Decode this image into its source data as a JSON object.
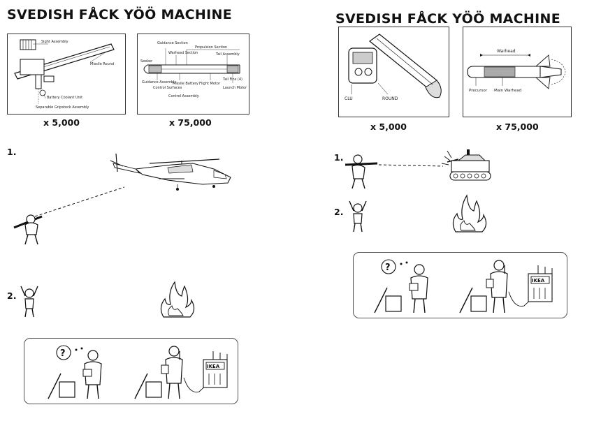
{
  "left": {
    "title": "SVEDISH FÅCK YÖÖ MACHINE",
    "panel1": {
      "labels": {
        "sight": "Sight Assembly",
        "missile": "Missile Round",
        "battery": "Battery Coolant Unit",
        "grip": "Separable Gripstock Assembly"
      },
      "qty": "x 5,000"
    },
    "panel2": {
      "labels": {
        "guidance": "Guidance Section",
        "warhead": "Warhead Section",
        "propulsion": "Propulsion Section",
        "tail": "Tail Assembly",
        "seeker": "Seeker",
        "guidance_asm": "Guidance Assembly",
        "control": "Control Surfaces",
        "battery": "Missile Battery",
        "flight": "Flight Motor",
        "tailfins": "Tail Fins (4)",
        "launch": "Launch Motor",
        "ctl_asm": "Control Assembly"
      },
      "qty": "x 75,000"
    },
    "step1": "1.",
    "step2": "2.",
    "ikea": "IKEA",
    "qmark": "?"
  },
  "right": {
    "title": "SVEDISH FÅCK YÖÖ MACHINE",
    "panel1": {
      "labels": {
        "clu": "CLU",
        "round": "ROUND"
      },
      "qty": "x 5,000"
    },
    "panel2": {
      "labels": {
        "warhead": "Warhead",
        "precursor": "Precursor",
        "main": "Main Warhead"
      },
      "qty": "x 75,000"
    },
    "step1": "1.",
    "step2": "2.",
    "ikea": "IKEA",
    "qmark": "?"
  }
}
